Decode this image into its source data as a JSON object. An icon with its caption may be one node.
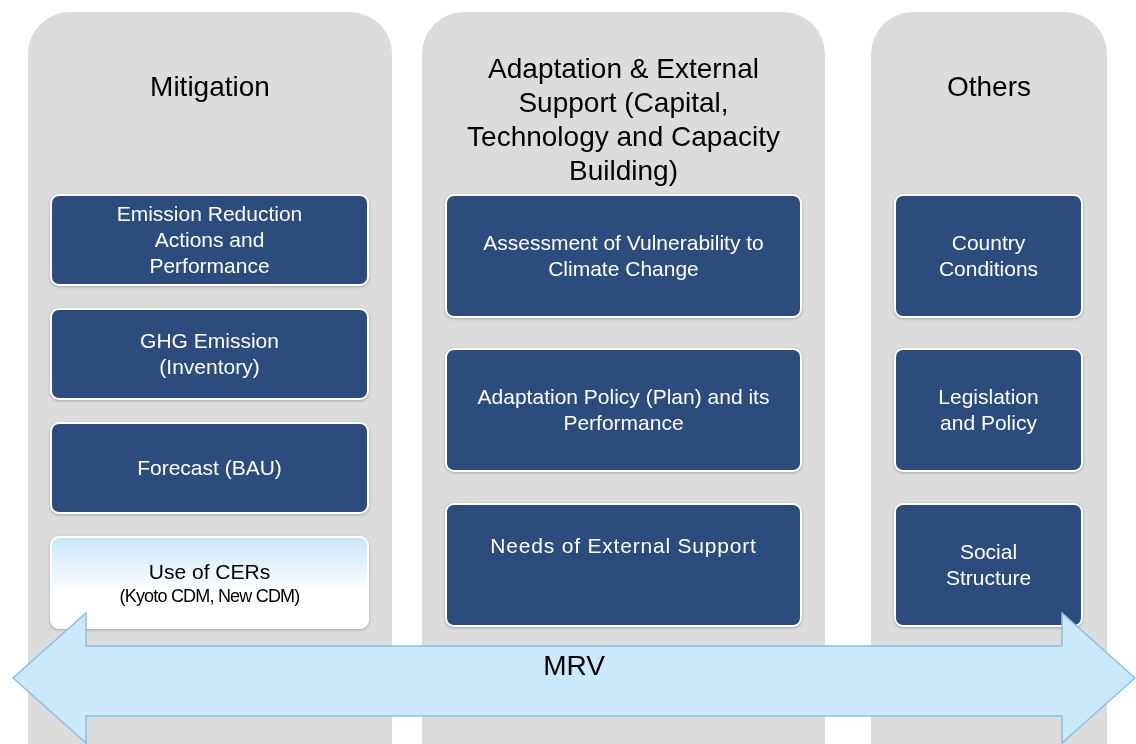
{
  "diagram": {
    "nodes": [
      {
        "text": [
          "Mitigation"
        ]
      },
      {
        "text": [
          "Emission Reduction Actions and Performance"
        ],
        "in": 0
      },
      {
        "text": [
          "GHG Emission (Inventory)"
        ],
        "in": 0
      },
      {
        "text": [
          "Forecast (BAU)"
        ],
        "in": 0
      },
      {
        "text": [
          "Use of CERs",
          "(Kyoto CDM, New CDM)"
        ],
        "in": 0
      },
      {
        "text": [
          "Adaptation & External Support (Capital, Technology and Capacity Building)"
        ]
      },
      {
        "text": [
          "Assessment of Vulnerability to Climate Change"
        ],
        "in": 5
      },
      {
        "text": [
          "Adaptation Policy (Plan) and its Performance"
        ],
        "in": 5
      },
      {
        "text": [
          "Needs of External Support"
        ],
        "in": 5
      },
      {
        "text": [
          "Others"
        ]
      },
      {
        "text": [
          "Country Conditions"
        ],
        "in": 9
      },
      {
        "text": [
          "Legislation and Policy"
        ],
        "in": 9
      },
      {
        "text": [
          "Social Structure"
        ],
        "in": 9
      },
      {
        "text": [
          "MRV"
        ]
      }
    ]
  }
}
